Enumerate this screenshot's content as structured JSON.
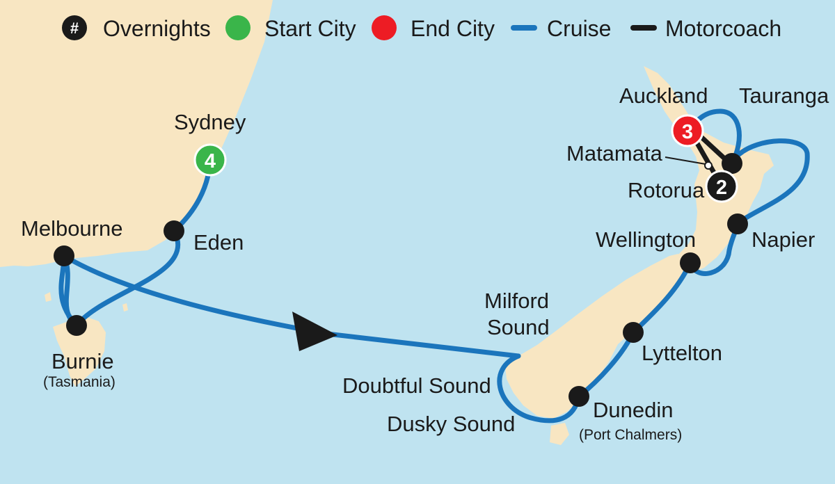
{
  "legend": {
    "overnights_symbol": "#",
    "overnights_label": "Overnights",
    "start_label": "Start City",
    "end_label": "End City",
    "cruise_label": "Cruise",
    "motorcoach_label": "Motorcoach"
  },
  "colors": {
    "water": "#bfe3f0",
    "land": "#f8e6c2",
    "cruise": "#1b75bc",
    "stop": "#1a1a1a",
    "start": "#3ab54a",
    "end": "#ed1c24"
  },
  "places": {
    "sydney": {
      "name": "Sydney",
      "nights": "4"
    },
    "eden": {
      "name": "Eden"
    },
    "melbourne": {
      "name": "Melbourne"
    },
    "burnie": {
      "name": "Burnie",
      "note": "(Tasmania)"
    },
    "auckland": {
      "name": "Auckland",
      "nights": "3"
    },
    "tauranga": {
      "name": "Tauranga"
    },
    "matamata": {
      "name": "Matamata"
    },
    "rotorua": {
      "name": "Rotorua",
      "nights": "2"
    },
    "napier": {
      "name": "Napier"
    },
    "wellington": {
      "name": "Wellington"
    },
    "milford": {
      "line1": "Milford",
      "line2": "Sound"
    },
    "lyttelton": {
      "name": "Lyttelton"
    },
    "doubtful": {
      "name": "Doubtful Sound"
    },
    "dusky": {
      "name": "Dusky Sound"
    },
    "dunedin": {
      "name": "Dunedin",
      "note": "(Port Chalmers)"
    }
  }
}
